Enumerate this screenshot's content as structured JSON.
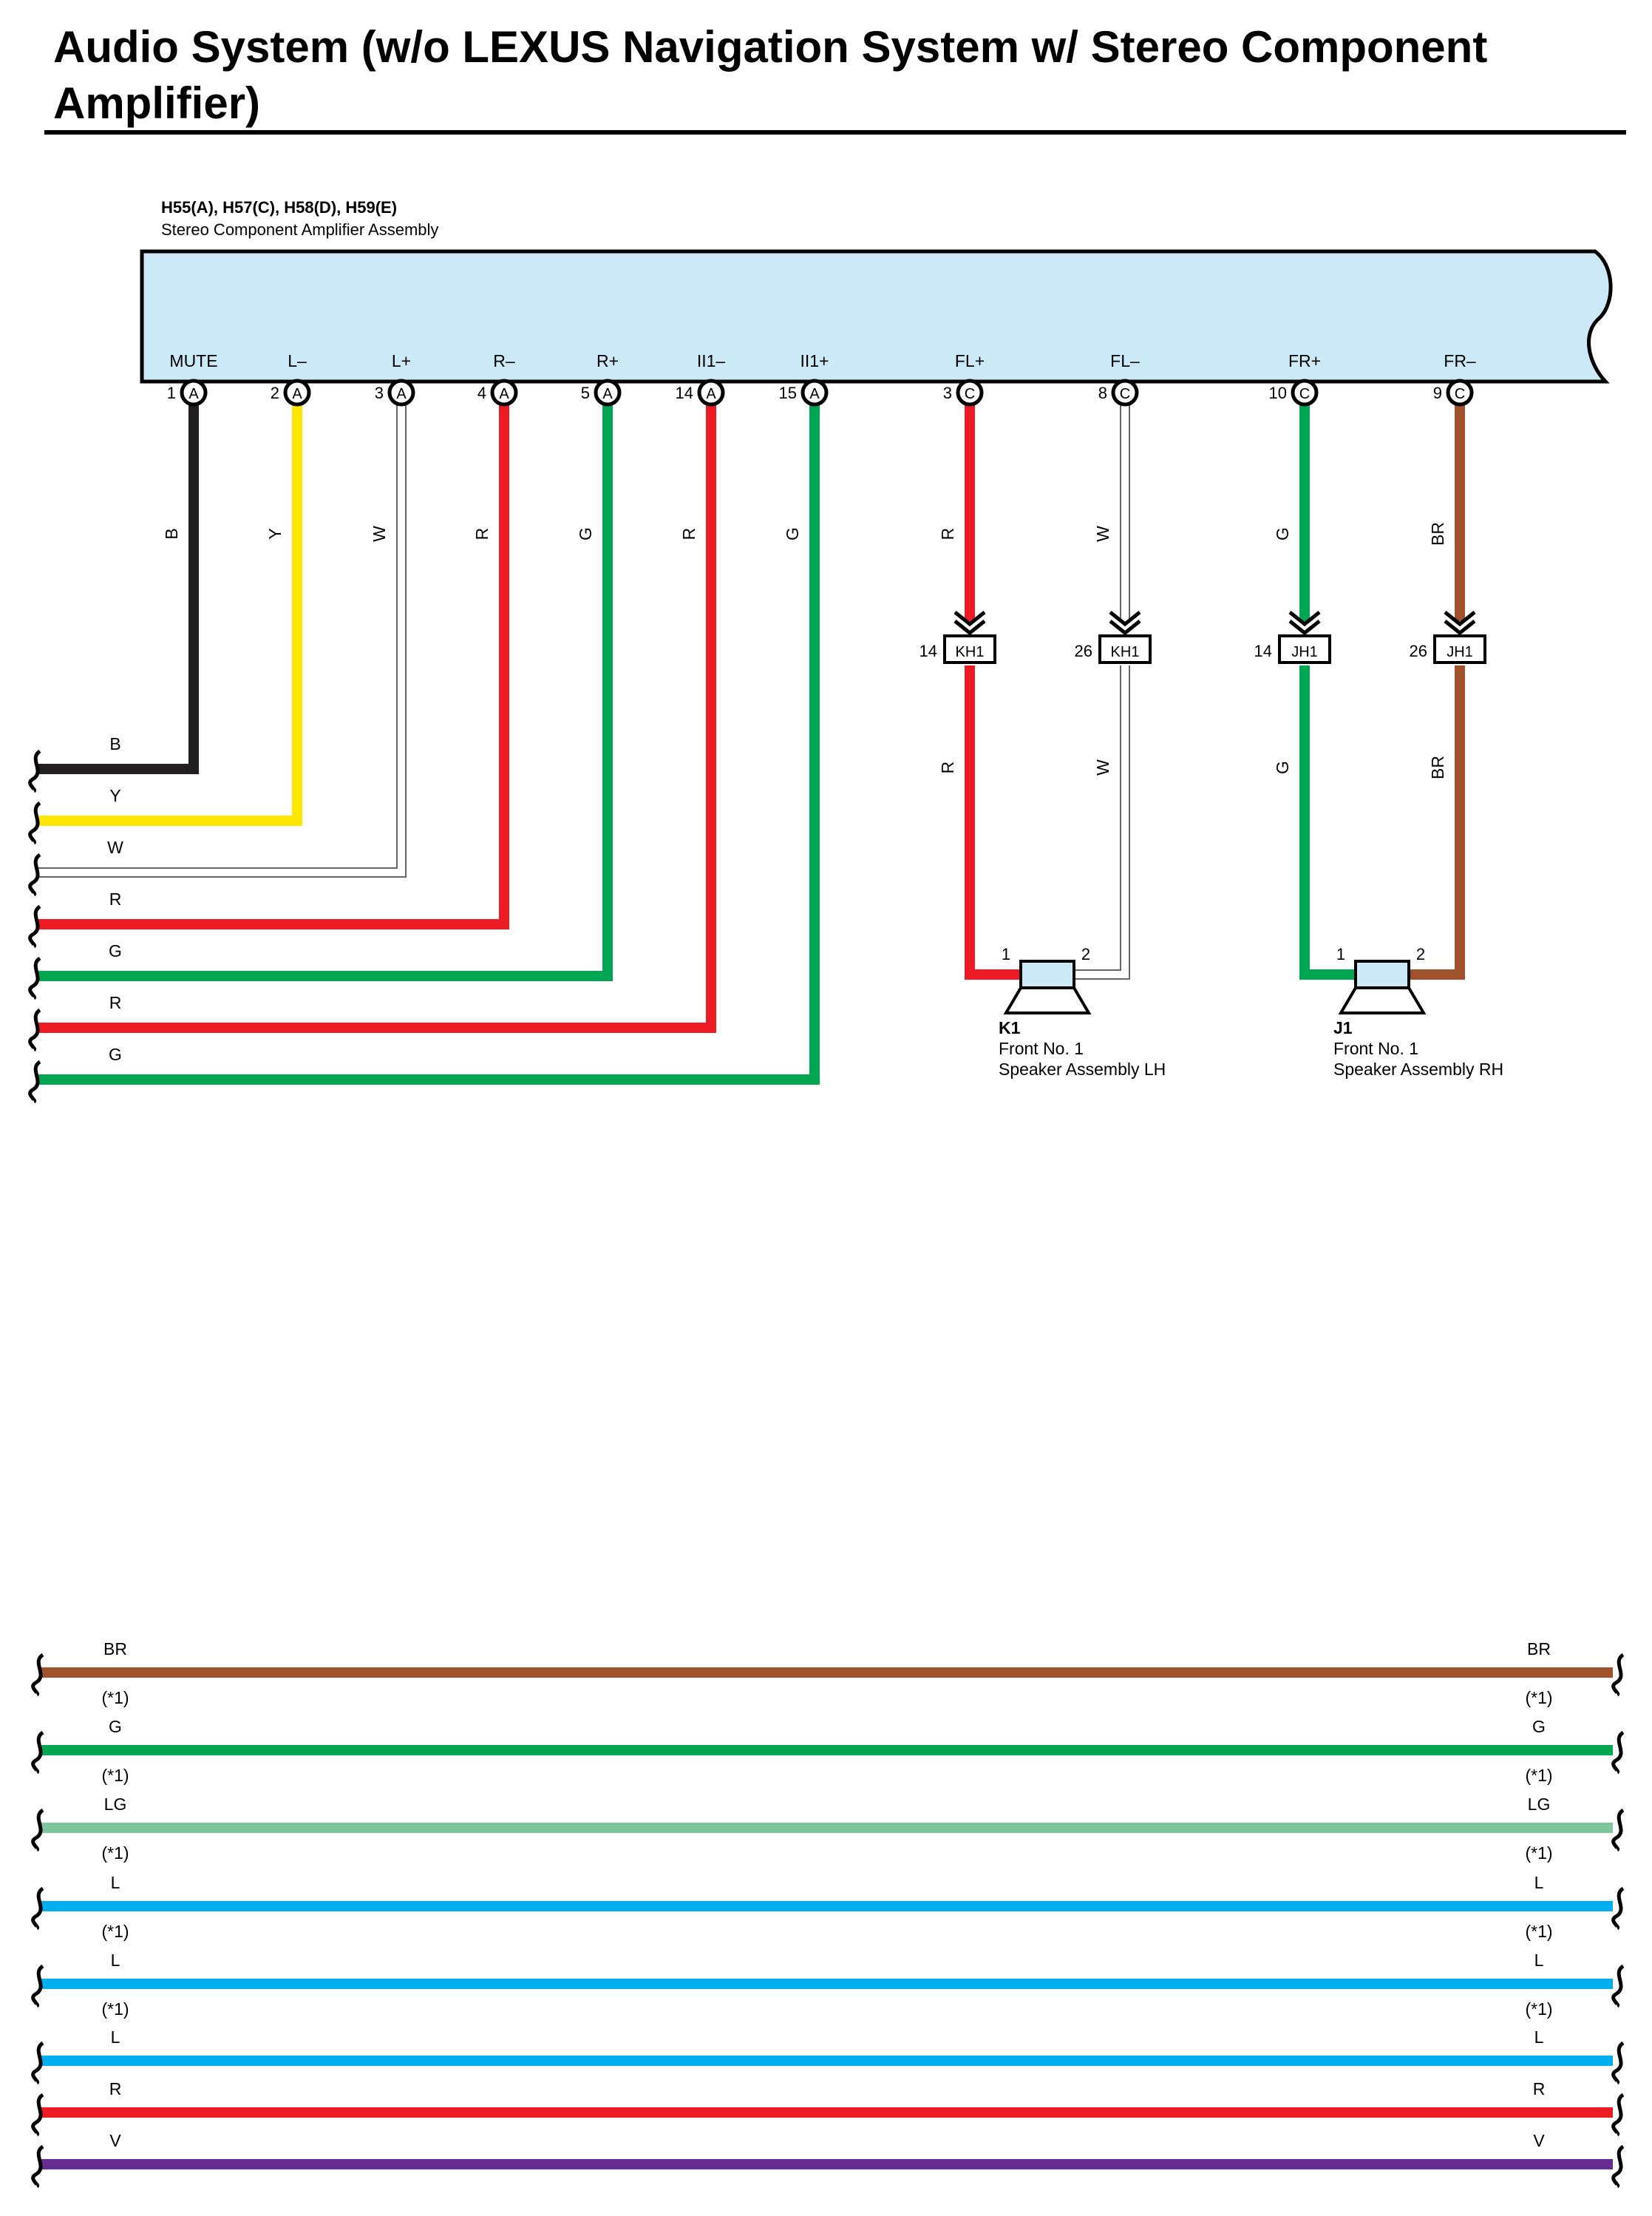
{
  "title": "Audio System (w/o LEXUS Navigation System w/ Stereo Component Amplifier)",
  "colors": {
    "B": "#231f20",
    "Y": "#ffe600",
    "W": "#ffffff",
    "R": "#ed1c24",
    "G": "#00a651",
    "BR": "#a0522d",
    "LG": "#7fc79a",
    "L": "#00aeef",
    "V": "#662d91",
    "component_fill": "#cce9f8"
  },
  "amplifier": {
    "connectors": "H55(A), H57(C), H58(D), H59(E)",
    "name": "Stereo Component Amplifier Assembly"
  },
  "terminals": [
    {
      "name": "MUTE",
      "pin": "1",
      "conn": "A",
      "color": "B",
      "cut": "B"
    },
    {
      "name": "L–",
      "pin": "2",
      "conn": "A",
      "color": "Y",
      "cut": "Y"
    },
    {
      "name": "L+",
      "pin": "3",
      "conn": "A",
      "color": "W",
      "cut": "W"
    },
    {
      "name": "R–",
      "pin": "4",
      "conn": "A",
      "color": "R",
      "cut": "R"
    },
    {
      "name": "R+",
      "pin": "5",
      "conn": "A",
      "color": "G",
      "cut": "G"
    },
    {
      "name": "II1–",
      "pin": "14",
      "conn": "A",
      "color": "R",
      "cut": "R"
    },
    {
      "name": "II1+",
      "pin": "15",
      "conn": "A",
      "color": "G",
      "cut": "G"
    },
    {
      "name": "FL+",
      "pin": "3",
      "conn": "C",
      "color": "R",
      "jpin": "14",
      "junction": "KH1",
      "lower": "R"
    },
    {
      "name": "FL–",
      "pin": "8",
      "conn": "C",
      "color": "W",
      "jpin": "26",
      "junction": "KH1",
      "lower": "W"
    },
    {
      "name": "FR+",
      "pin": "10",
      "conn": "C",
      "color": "G",
      "jpin": "14",
      "junction": "JH1",
      "lower": "G"
    },
    {
      "name": "FR–",
      "pin": "9",
      "conn": "C",
      "color": "BR",
      "jpin": "26",
      "junction": "JH1",
      "lower": "BR"
    }
  ],
  "speakers": [
    {
      "id": "K1",
      "line1": "Front No.  1",
      "line2": "Speaker Assembly LH",
      "pin1": "1",
      "pin2": "2"
    },
    {
      "id": "J1",
      "line1": "Front No.  1",
      "line2": "Speaker Assembly RH",
      "pin1": "1",
      "pin2": "2"
    }
  ],
  "through_wires": [
    {
      "color": "BR",
      "note": "(*1)"
    },
    {
      "color": "G",
      "note": "(*1)"
    },
    {
      "color": "LG",
      "note": "(*1)"
    },
    {
      "color": "L",
      "note": "(*1)"
    },
    {
      "color": "L",
      "note": "(*1)"
    },
    {
      "color": "L",
      "note": ""
    },
    {
      "color": "R",
      "note": ""
    },
    {
      "color": "V",
      "note": ""
    }
  ]
}
